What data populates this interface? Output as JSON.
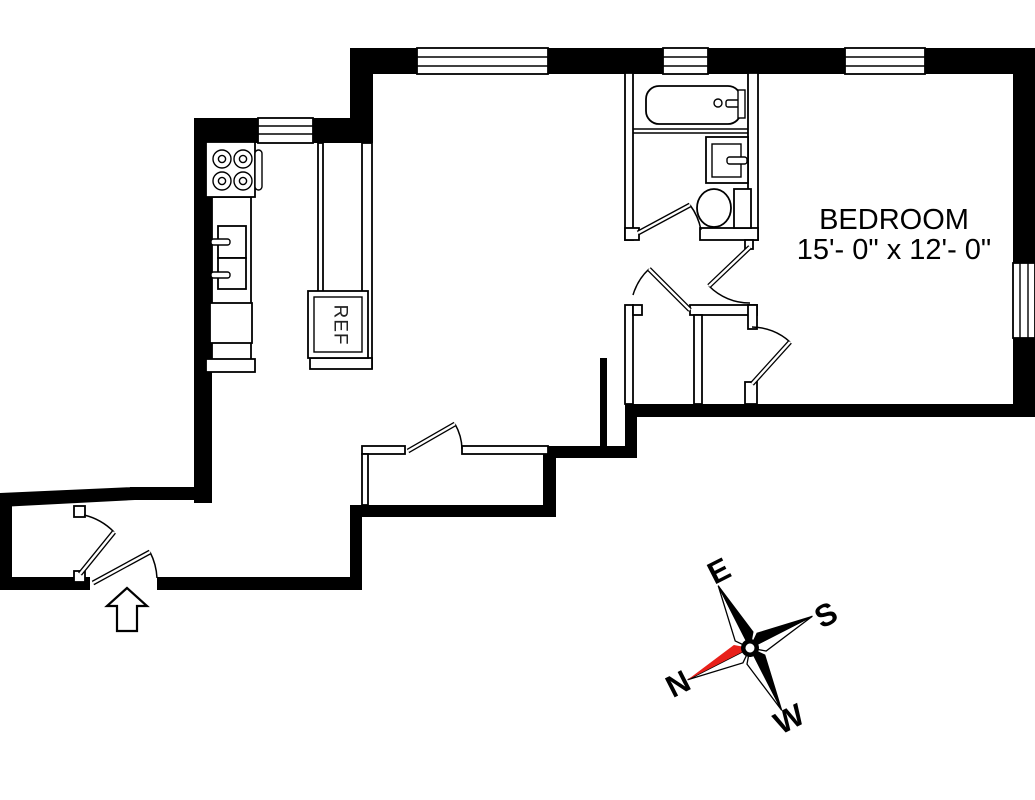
{
  "floorplan": {
    "bedroom": {
      "label": "BEDROOM",
      "dimensions": "15'- 0\" x 12'- 0\""
    },
    "kitchen": {
      "refrigerator_label": "REF"
    },
    "compass": {
      "east": "E",
      "south": "S",
      "north": "N",
      "west": "W",
      "needle_color": "#e8201a",
      "ink_color": "#000000"
    }
  }
}
